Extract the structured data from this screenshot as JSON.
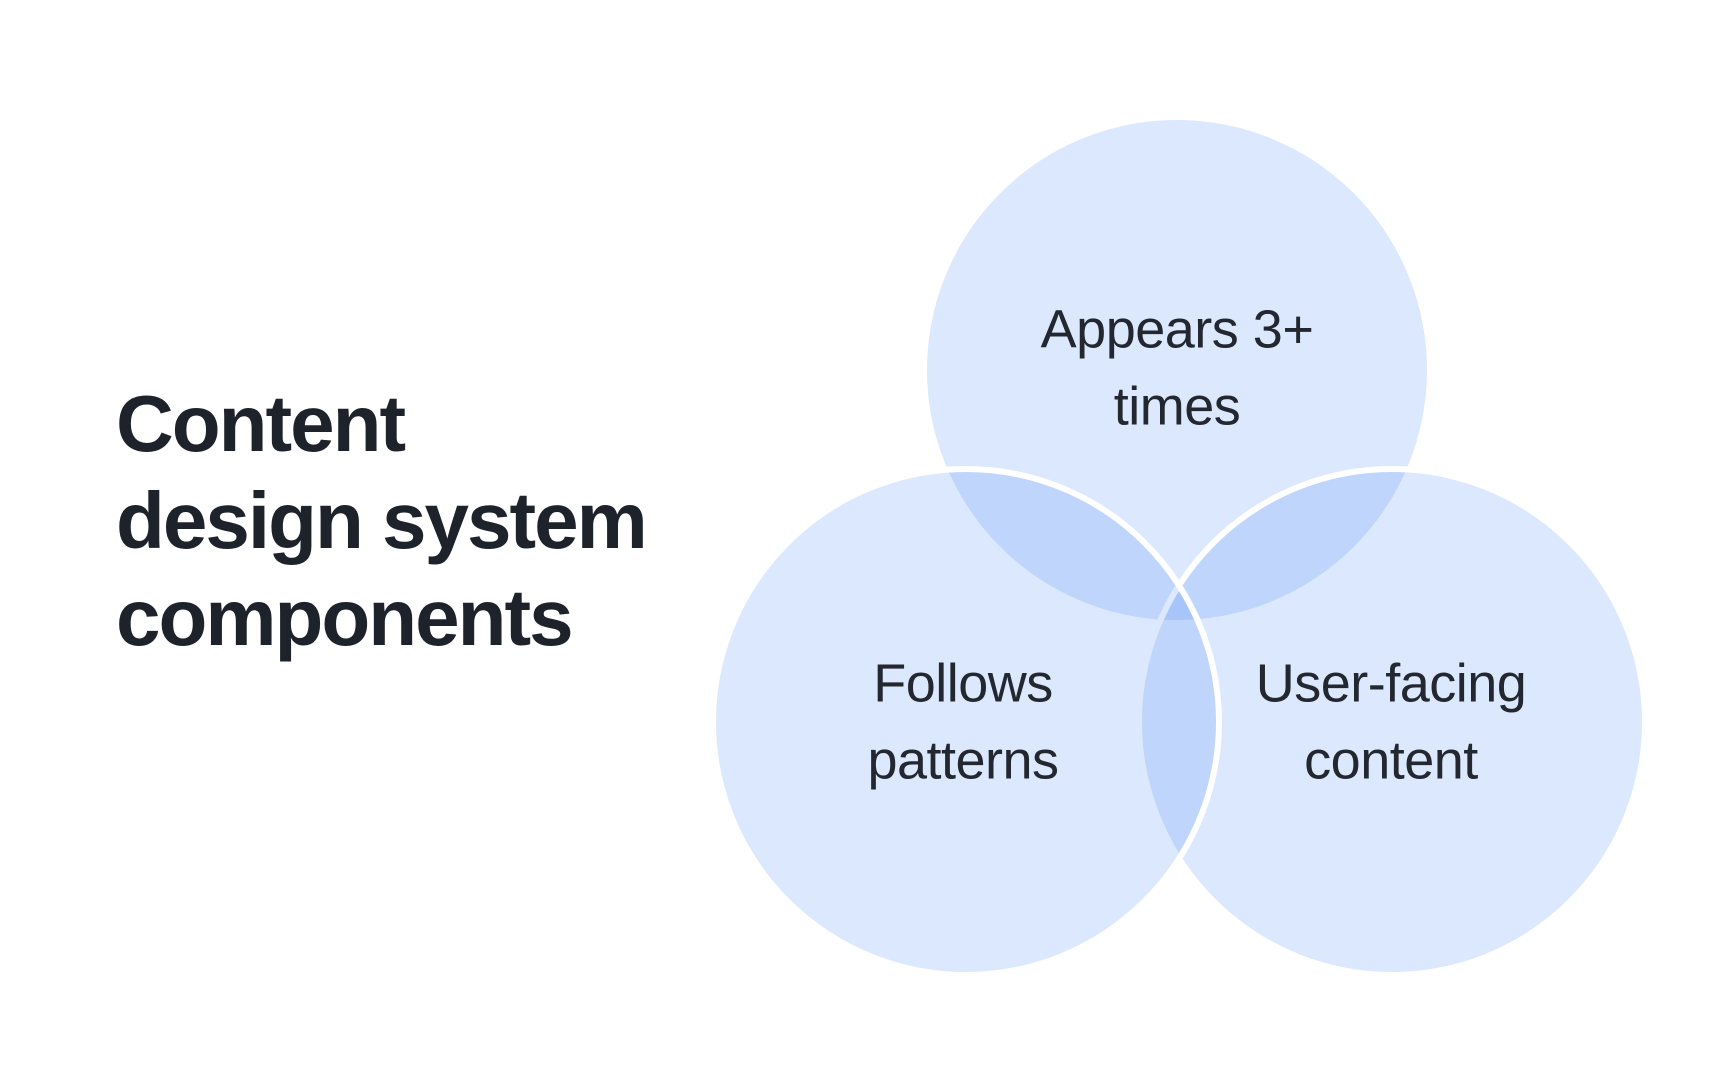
{
  "title": {
    "lines": [
      "Content",
      "design system",
      "components"
    ]
  },
  "venn": {
    "type": "venn-diagram",
    "circles": [
      {
        "name": "appears-3-times",
        "label_lines": [
          "Appears 3+",
          "times"
        ]
      },
      {
        "name": "follows-patterns",
        "label_lines": [
          "Follows",
          "patterns"
        ]
      },
      {
        "name": "user-facing-content",
        "label_lines": [
          "User-facing",
          "content"
        ]
      }
    ],
    "style": {
      "circle_fill": "#3b82f6",
      "circle_fill_opacity": "0.18",
      "circle_stroke": "#ffffff",
      "single_region_hex": "#dce8fd",
      "pair_overlap_hex": "#bfd6fb",
      "triple_overlap_hex": "#a7c7f9"
    }
  },
  "colors": {
    "background": "#ffffff",
    "title_text": "#1e222b",
    "label_text": "#23272f"
  }
}
